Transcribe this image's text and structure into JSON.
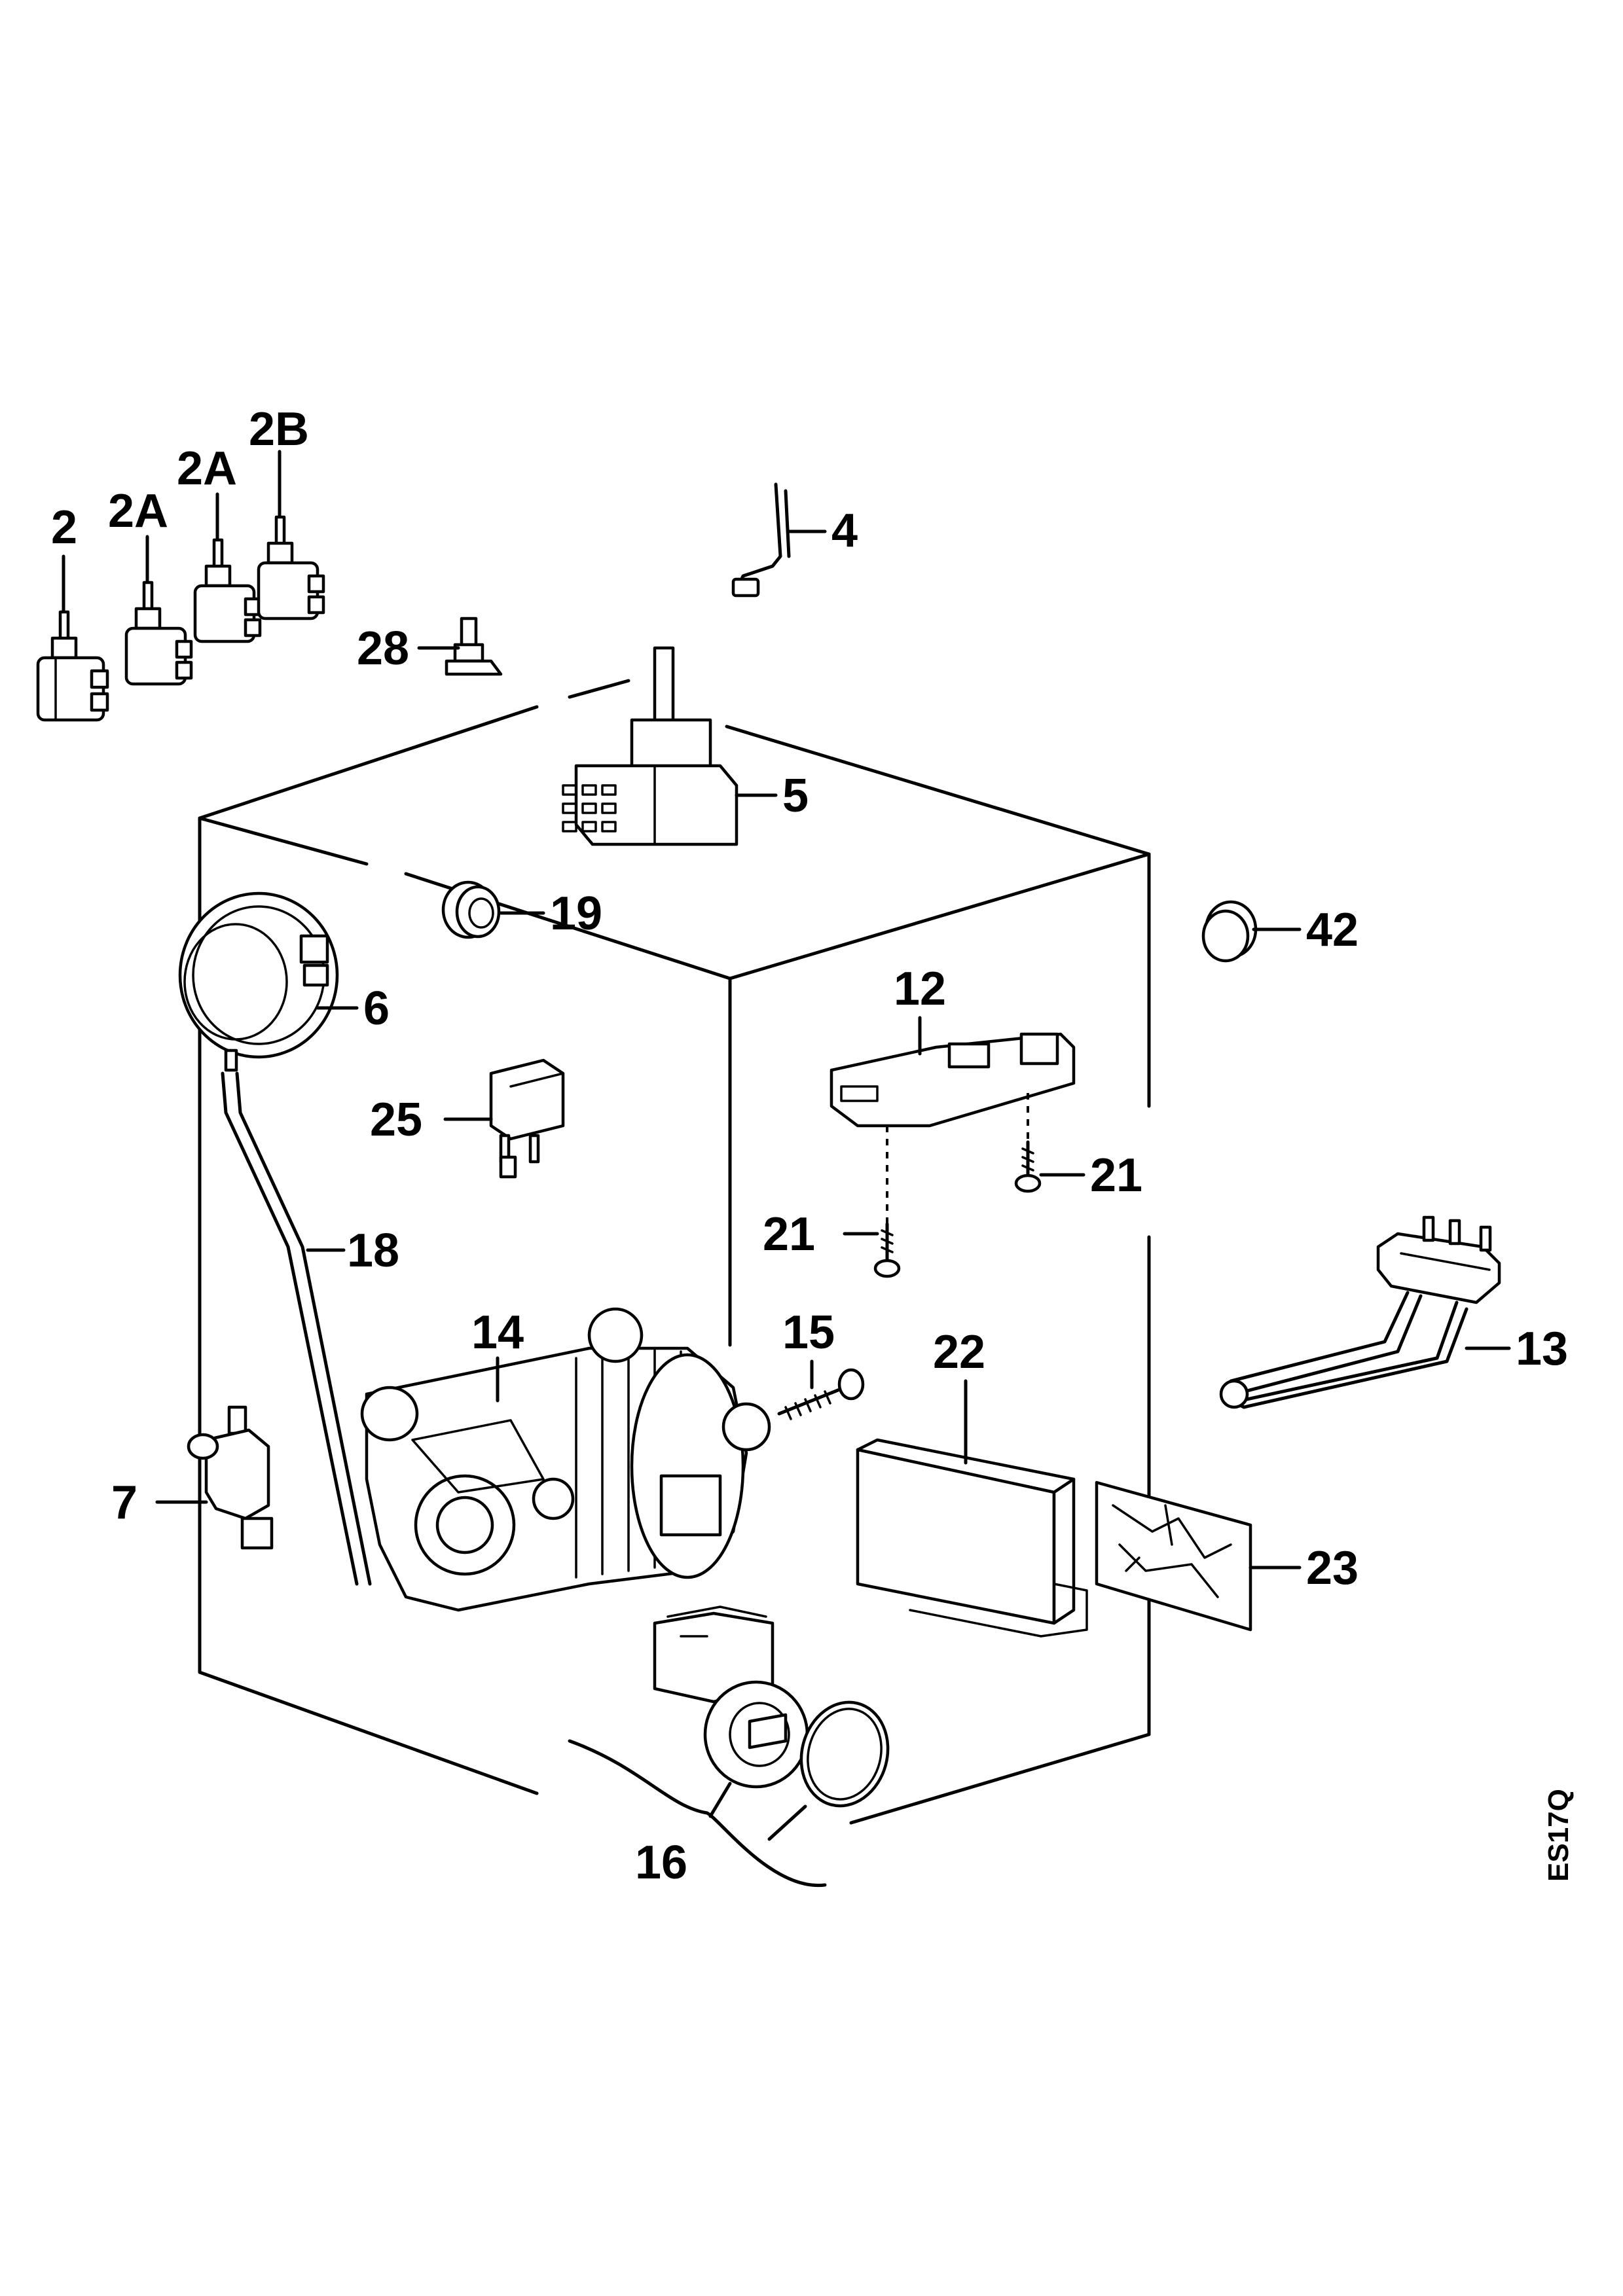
{
  "diagram": {
    "drawing_code": "ES17Q",
    "labels": {
      "p2": "2",
      "p2A_1": "2A",
      "p2A_2": "2A",
      "p2B": "2B",
      "p4": "4",
      "p28": "28",
      "p5": "5",
      "p19": "19",
      "p42": "42",
      "p6": "6",
      "p12": "12",
      "p25": "25",
      "p21_a": "21",
      "p21_b": "21",
      "p18": "18",
      "p14": "14",
      "p15": "15",
      "p22": "22",
      "p13": "13",
      "p7": "7",
      "p23": "23",
      "p16": "16"
    }
  }
}
